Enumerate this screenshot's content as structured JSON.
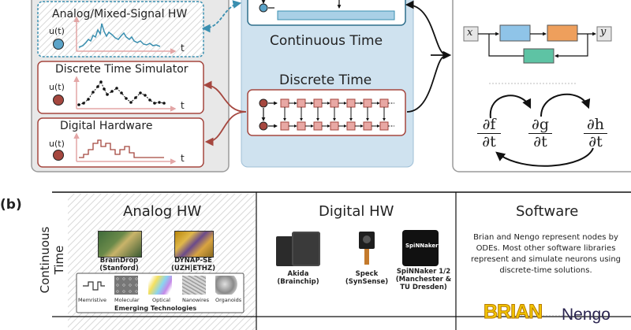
{
  "panel_a": {
    "hw_types": [
      {
        "title": "Analog/Mixed-Signal HW",
        "signal": "u(t)",
        "axis": "t"
      },
      {
        "title": "Discrete Time Simulator",
        "signal": "u(t)",
        "axis": "t"
      },
      {
        "title": "Digital Hardware",
        "signal": "u(t)",
        "axis": "t"
      }
    ],
    "continuous_title": "Continuous Time",
    "discrete_title": "Discrete Time",
    "block_diagram": {
      "input": "x",
      "output": "y"
    },
    "derivatives": [
      {
        "num": "∂f",
        "den": "∂t"
      },
      {
        "num": "∂g",
        "den": "∂t"
      },
      {
        "num": "∂h",
        "den": "∂t"
      }
    ],
    "colors": {
      "analog": "#3a8fb0",
      "discrete": "#a5473f",
      "continuous_panel": "#cfe2ef",
      "left_panel": "#e8e8e8"
    }
  },
  "panel_b": {
    "label": "(b)",
    "row_label_line1": "Continuous",
    "row_label_line2": "Time",
    "analog": {
      "title": "Analog HW",
      "chips": [
        {
          "name": "BrainDrop",
          "org": "(Stanford)",
          "icon": "braindrop-chip-photo"
        },
        {
          "name": "DYNAP-SE",
          "org": "(UZH|ETHZ)",
          "icon": "dynapse-chip-photo"
        }
      ],
      "emerging_label": "Emerging Technologies",
      "emerging": [
        "Memristive",
        "Molecular",
        "Optical",
        "Nanowires",
        "Organoids"
      ]
    },
    "digital": {
      "title": "Digital HW",
      "chips": [
        {
          "line1": "Akida",
          "line2": "(Brainchip)",
          "line3": "",
          "icon": "akida-chip-photo"
        },
        {
          "line1": "Speck",
          "line2": "(SynSense)",
          "line3": "",
          "icon": "speck-chip-photo"
        },
        {
          "line1": "SpiNNaker 1/2",
          "line2": "(Manchester &",
          "line3": "TU Dresden)",
          "icon": "spinnaker-chip-photo",
          "chip_text": "SpiNNaker2"
        }
      ]
    },
    "software": {
      "title": "Software",
      "description_lines": [
        "Brian and Nengo represent nodes by",
        "ODEs. Most other software libraries",
        "represent and simulate neurons using",
        "discrete-time solutions."
      ],
      "logos": [
        {
          "text": "BRIAN",
          "icon": "brian-logo"
        },
        {
          "text": "Nengo",
          "icon": "nengo-logo"
        }
      ]
    }
  }
}
